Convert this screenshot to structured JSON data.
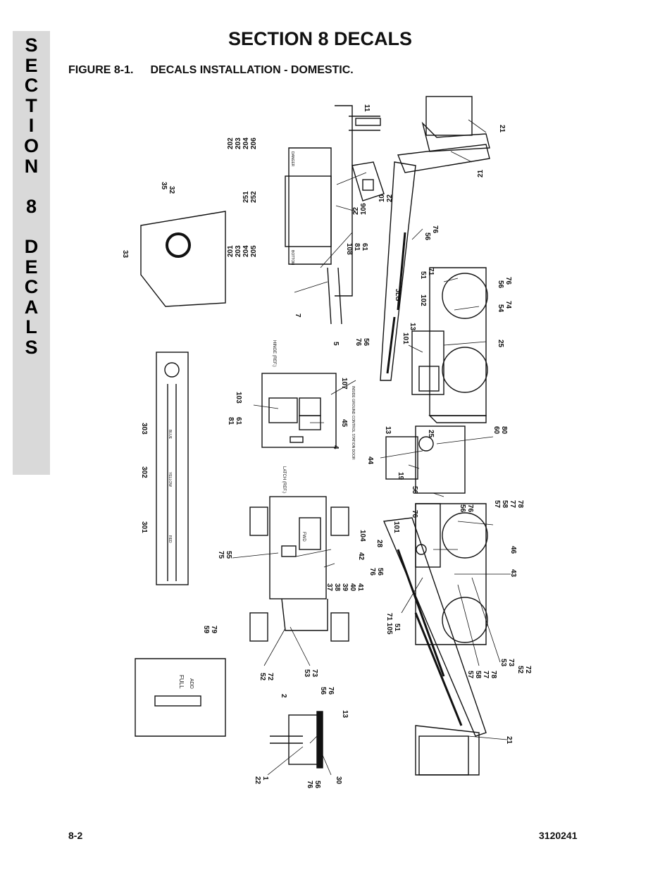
{
  "side_tab": {
    "letters": [
      "S",
      "E",
      "C",
      "T",
      "I",
      "O",
      "N",
      " ",
      "8",
      " ",
      "D",
      "E",
      "C",
      "A",
      "L",
      "S"
    ]
  },
  "header": {
    "title": "SECTION 8  DECALS",
    "figure_label": "FIGURE 8-1.",
    "figure_title": "DECALS INSTALLATION - DOMESTIC."
  },
  "diagram": {
    "callouts": [
      "11",
      "202",
      "203",
      "204",
      "206",
      "21",
      "35",
      "32",
      "251",
      "252",
      "22",
      "106",
      "10",
      "22",
      "33",
      "108",
      "81",
      "61",
      "201",
      "203",
      "204",
      "205",
      "56",
      "76",
      "51",
      "71",
      "7",
      "102",
      "56",
      "76",
      "54",
      "74",
      "13",
      "101",
      "76",
      "56",
      "25",
      "5",
      "103",
      "81",
      "61",
      "107",
      "45",
      "4",
      "303",
      "25",
      "13",
      "60",
      "80",
      "44",
      "19",
      "56",
      "302",
      "101",
      "76",
      "56",
      "76",
      "57",
      "58",
      "77",
      "78",
      "301",
      "75",
      "55",
      "104",
      "42",
      "28",
      "46",
      "43",
      "76",
      "56",
      "37",
      "38",
      "39",
      "40",
      "41",
      "59",
      "79",
      "71 105",
      "51",
      "53",
      "73",
      "52",
      "72",
      "57",
      "58",
      "77",
      "78",
      "52",
      "72",
      "53",
      "73",
      "2",
      "56",
      "76",
      "13",
      "21",
      "22",
      "1",
      "76",
      "56",
      "30"
    ],
    "decal_texts": [
      "FULL",
      "ADD",
      "HINGE (REF.)",
      "LATCH (REF.)",
      "INSIDE GROUND CONTROL STATION DOOR",
      "BOTTOM",
      "DANGER",
      "FWD",
      "JLG",
      "BLUE",
      "YELLOW",
      "RED"
    ]
  },
  "footer": {
    "page": "8-2",
    "doc_number": "3120241"
  }
}
